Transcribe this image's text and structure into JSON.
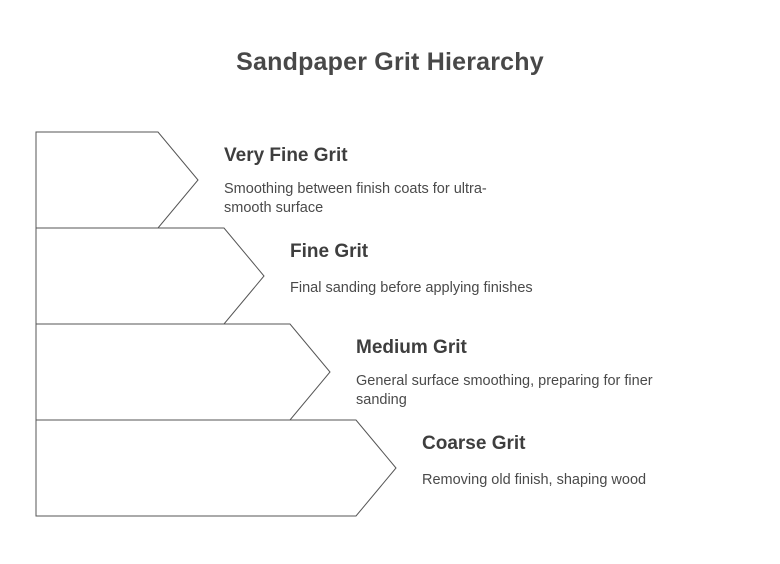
{
  "diagram": {
    "title": "Sandpaper Grit Hierarchy",
    "levels": [
      {
        "name": "Very Fine Grit",
        "description": "Smoothing between finish coats for ultra-smooth surface"
      },
      {
        "name": "Fine Grit",
        "description": "Final sanding before applying finishes"
      },
      {
        "name": "Medium Grit",
        "description": "General surface smoothing, preparing for finer sanding"
      },
      {
        "name": "Coarse Grit",
        "description": "Removing old finish, shaping wood"
      }
    ],
    "colors": {
      "stroke": "#555555",
      "fill": "#ffffff",
      "text": "#3e3e3e"
    }
  }
}
